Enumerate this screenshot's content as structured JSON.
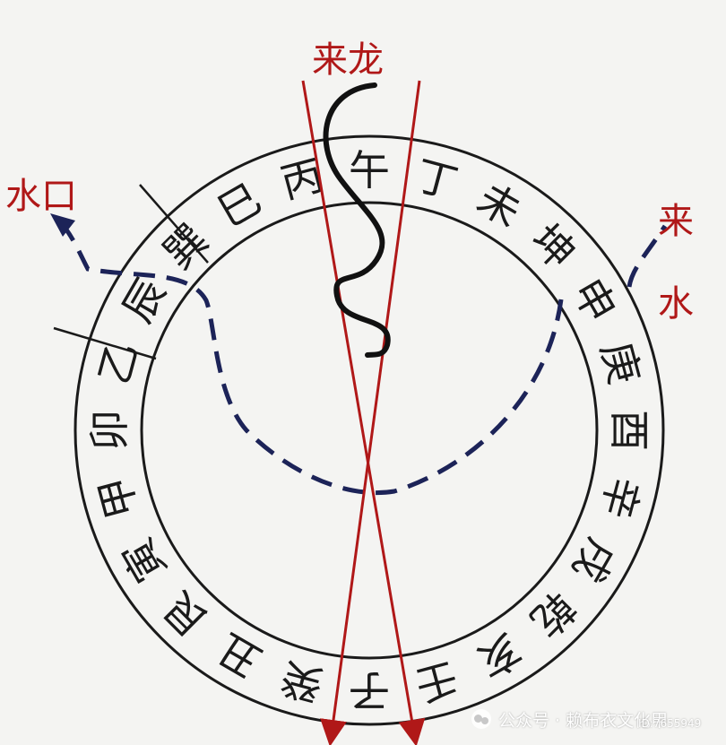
{
  "diagram": {
    "ring_characters": [
      "子",
      "癸",
      "丑",
      "艮",
      "寅",
      "甲",
      "卯",
      "乙",
      "辰",
      "巽",
      "巳",
      "丙",
      "午",
      "丁",
      "未",
      "坤",
      "申",
      "庚",
      "酉",
      "辛",
      "戌",
      "乾",
      "亥",
      "壬"
    ],
    "labels": {
      "coming_dragon": "来龙",
      "water_outlet": "水口",
      "coming_water_top": "来",
      "coming_water_bottom": "水"
    },
    "colors": {
      "red": "#b01818",
      "navy": "#1c2358",
      "black": "#1a1a1a"
    }
  },
  "watermark": {
    "channel_label": "公众号 · 赖布衣文化甲",
    "id_text": "ID:7655949"
  }
}
